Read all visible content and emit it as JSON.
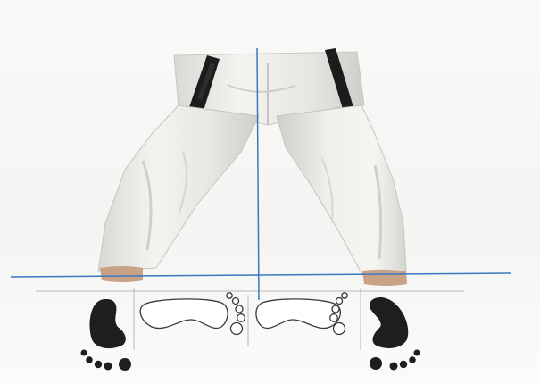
{
  "diagram": {
    "colors": {
      "background": "#f5f5f3",
      "gi": "#eeeeea",
      "gi_shadow": "#cfcfca",
      "belt": "#1c1c1c",
      "skin": "#c9a184",
      "guide_line": "#3a78c0",
      "grid_line": "#b8b8b8",
      "footprint_solid": "#1e1e1e",
      "footprint_outline": "#3a3a3a"
    },
    "elements": {
      "figure": "karate-practitioner-lower-body",
      "belt": "black-belt",
      "footprints_solid": 2,
      "footprints_outline": 2
    }
  }
}
